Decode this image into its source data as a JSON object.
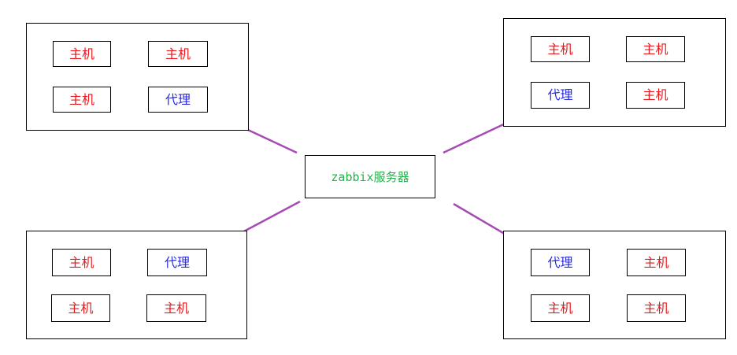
{
  "server": {
    "label": "zabbix服务器",
    "color": "#24b24a"
  },
  "colors": {
    "host": "#e8191c",
    "proxy": "#2a2ae0",
    "link": "#a64bb3",
    "border": "#000000"
  },
  "groups": [
    {
      "name": "top-left",
      "nodes": [
        {
          "label": "主机",
          "kind": "host"
        },
        {
          "label": "主机",
          "kind": "host"
        },
        {
          "label": "主机",
          "kind": "host"
        },
        {
          "label": "代理",
          "kind": "proxy"
        }
      ]
    },
    {
      "name": "top-right",
      "nodes": [
        {
          "label": "主机",
          "kind": "host"
        },
        {
          "label": "主机",
          "kind": "host"
        },
        {
          "label": "代理",
          "kind": "proxy"
        },
        {
          "label": "主机",
          "kind": "host"
        }
      ]
    },
    {
      "name": "bottom-left",
      "nodes": [
        {
          "label": "主机",
          "kind": "host"
        },
        {
          "label": "代理",
          "kind": "proxy"
        },
        {
          "label": "主机",
          "kind": "host"
        },
        {
          "label": "主机",
          "kind": "host"
        }
      ]
    },
    {
      "name": "bottom-right",
      "nodes": [
        {
          "label": "代理",
          "kind": "proxy"
        },
        {
          "label": "主机",
          "kind": "host"
        },
        {
          "label": "主机",
          "kind": "host"
        },
        {
          "label": "主机",
          "kind": "host"
        }
      ]
    }
  ]
}
